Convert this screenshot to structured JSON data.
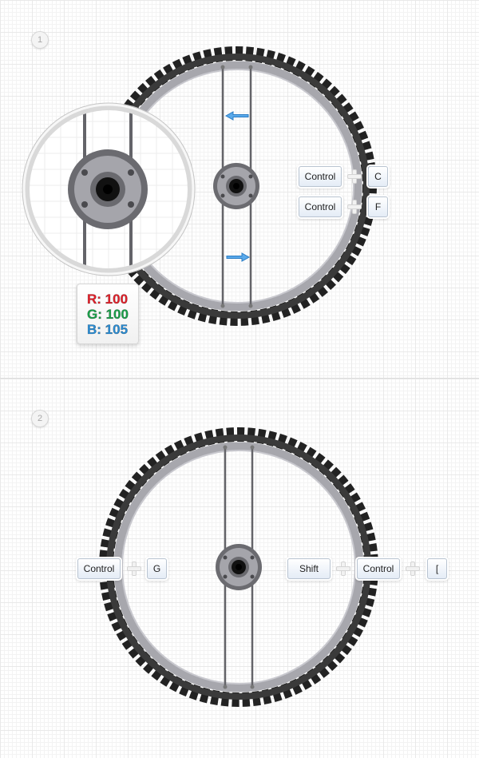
{
  "steps": [
    {
      "number": "1",
      "color_readout": {
        "r": "R: 100",
        "g": "G: 100",
        "b": "B: 105"
      },
      "shortcuts": [
        {
          "keys": [
            "Control",
            "C"
          ]
        },
        {
          "keys": [
            "Control",
            "F"
          ]
        }
      ]
    },
    {
      "number": "2",
      "shortcuts": [
        {
          "keys": [
            "Control",
            "G"
          ]
        },
        {
          "keys": [
            "Shift",
            "Control",
            "["
          ]
        }
      ]
    }
  ],
  "colors": {
    "tire": "#2b2b2b",
    "rim": "#a7a7ad",
    "spoke": "#646469",
    "arrow": "#3d8fd6",
    "hub": "#646469"
  }
}
